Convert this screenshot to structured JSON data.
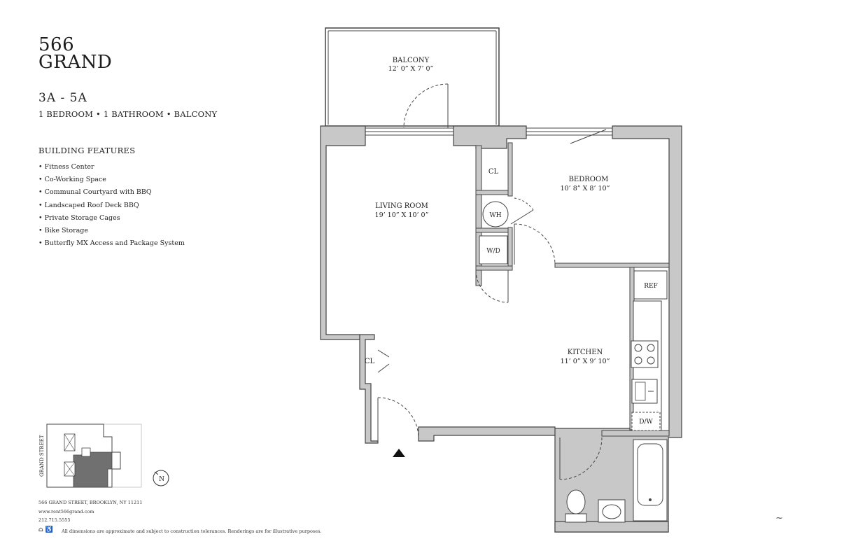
{
  "building": {
    "number": "566",
    "name": "GRAND"
  },
  "unit": {
    "name": "3A - 5A",
    "summary": "1 BEDROOM • 1 BATHROOM • BALCONY"
  },
  "features": {
    "heading": "BUILDING FEATURES",
    "items": [
      "• Fitness Center",
      "• Co-Working Space",
      "• Communal Courtyard with BBQ",
      "• Landscaped Roof Deck BBQ",
      "• Private Storage Cages",
      "• Bike Storage",
      "• Butterfly MX Access and Package System"
    ]
  },
  "rooms": {
    "balcony": {
      "name": "BALCONY",
      "dims": "12’ 0” X 7’ 0”"
    },
    "living": {
      "name": "LIVING ROOM",
      "dims": "19’ 10” X 10’ 0”"
    },
    "bedroom": {
      "name": "BEDROOM",
      "dims": "10’ 8” X 8’ 10”"
    },
    "kitchen": {
      "name": "KITCHEN",
      "dims": "11’ 0” X 9’ 10”"
    }
  },
  "fixtures": {
    "closet": "CL",
    "water_heater": "WH",
    "washer_dryer": "W/D",
    "refrigerator": "REF",
    "dishwasher": "D/W"
  },
  "keyplan": {
    "street": "GRAND STREET",
    "north": "N"
  },
  "contact": {
    "address": "566 GRAND STREET,  BROOKLYN, NY 11211",
    "website": "www.rent566grand.com",
    "phone": "212.715.5555"
  },
  "disclaimer": "All dimensions are approximate and subject to construction tolerances. Renderings are for illustrative purposes.",
  "colors": {
    "wall": "#c8c8c8",
    "wall_stroke": "#444444",
    "keyplan_unit": "#707070"
  }
}
